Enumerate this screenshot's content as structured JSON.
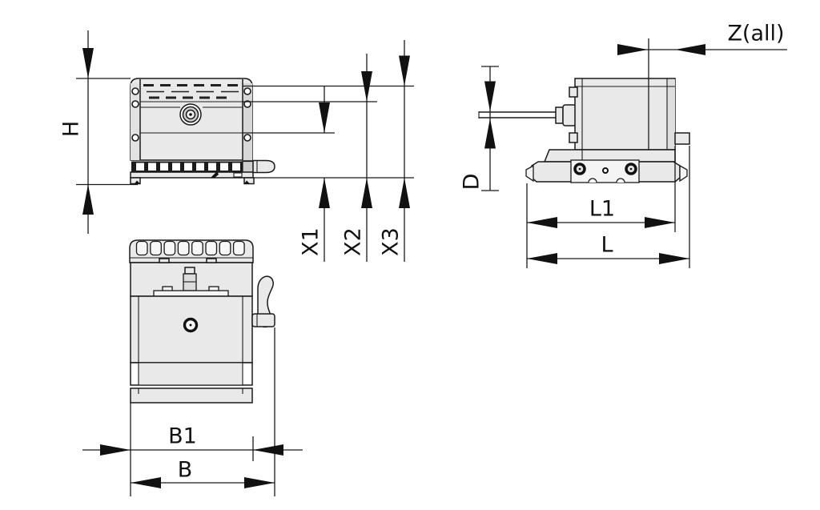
{
  "drawing": {
    "type": "technical-drawing-three-views",
    "views": [
      "front",
      "top",
      "side"
    ],
    "colors": {
      "line": "#1a1a1a",
      "body_fill": "#e9e9e9",
      "rail_fill": "#1c1c1c",
      "background": "#ffffff"
    },
    "dimension_labels": {
      "h": "H",
      "x1": "X1",
      "x2": "X2",
      "x3": "X3",
      "b1": "B1",
      "b": "B",
      "d": "D",
      "l1": "L1",
      "l": "L",
      "z_all": "Z(all)"
    }
  }
}
